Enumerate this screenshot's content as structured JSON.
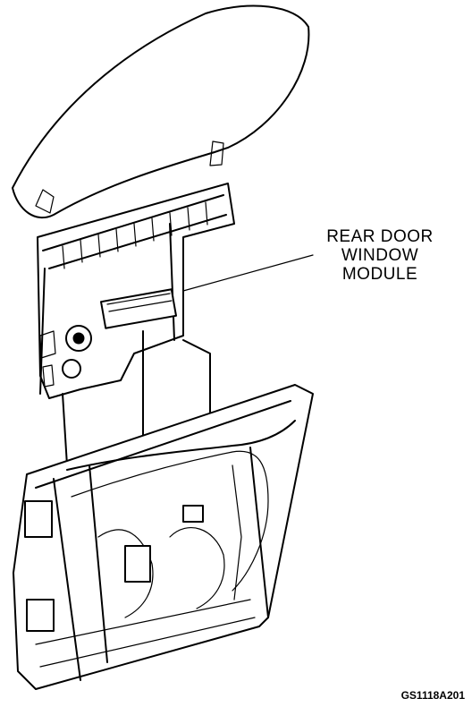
{
  "figure": {
    "callout_label": [
      "REAR DOOR",
      "WINDOW",
      "MODULE"
    ],
    "figure_code": "GS1118A201"
  },
  "colors": {
    "line": "#000000",
    "background": "#ffffff"
  }
}
